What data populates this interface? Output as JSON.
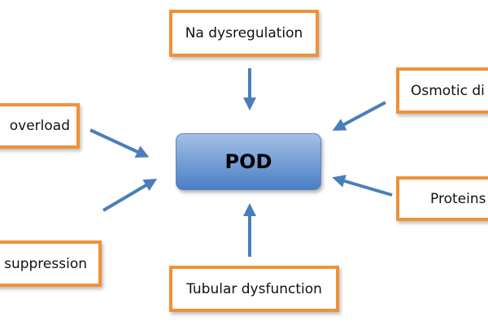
{
  "center": {
    "label": "POD"
  },
  "factors": {
    "top": "Na dysregulation",
    "top_right": "Osmotic di",
    "left": "overload",
    "right": "Proteins",
    "bottom_left": "suppression",
    "bottom": "Tubular dysfunction"
  },
  "colors": {
    "box_border": "#f0913a",
    "arrow": "#4a7ebb",
    "center_fill": "#4a7ec4"
  }
}
